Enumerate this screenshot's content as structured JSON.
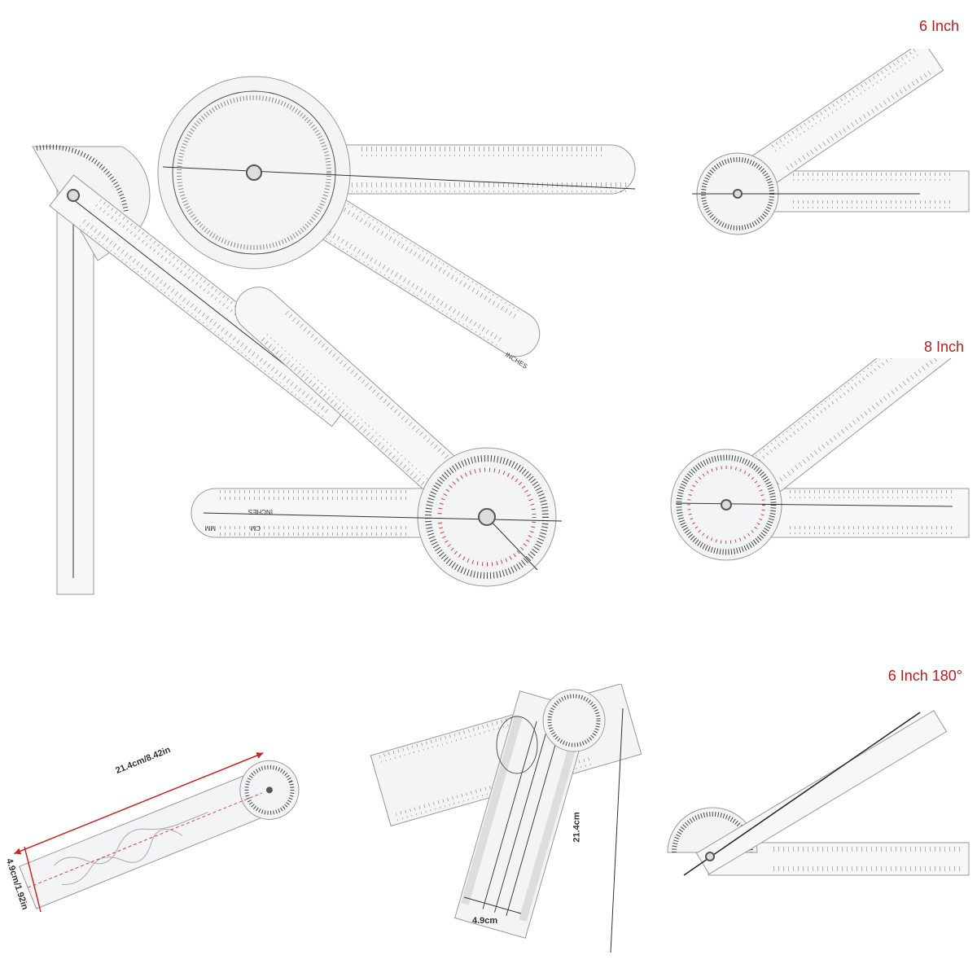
{
  "captions": {
    "six_inch": "6 Inch",
    "eight_inch": "8 Inch",
    "six_inch_180": "6 Inch 180°"
  },
  "dimensions": {
    "length": "21.4cm/8.42in",
    "width": "4.9cm/1.92in",
    "fold_length": "21.4cm",
    "fold_width": "4.9cm"
  },
  "ruler_labels": {
    "inches": "INCHES",
    "cm": "CM",
    "mm": "MM"
  },
  "colors": {
    "caption": "#b22222",
    "ruler_stroke": "#555555",
    "ruler_fill": "#f6f7f8",
    "angle_red": "#cc2222",
    "dimension_arrow": "#cc2222"
  }
}
